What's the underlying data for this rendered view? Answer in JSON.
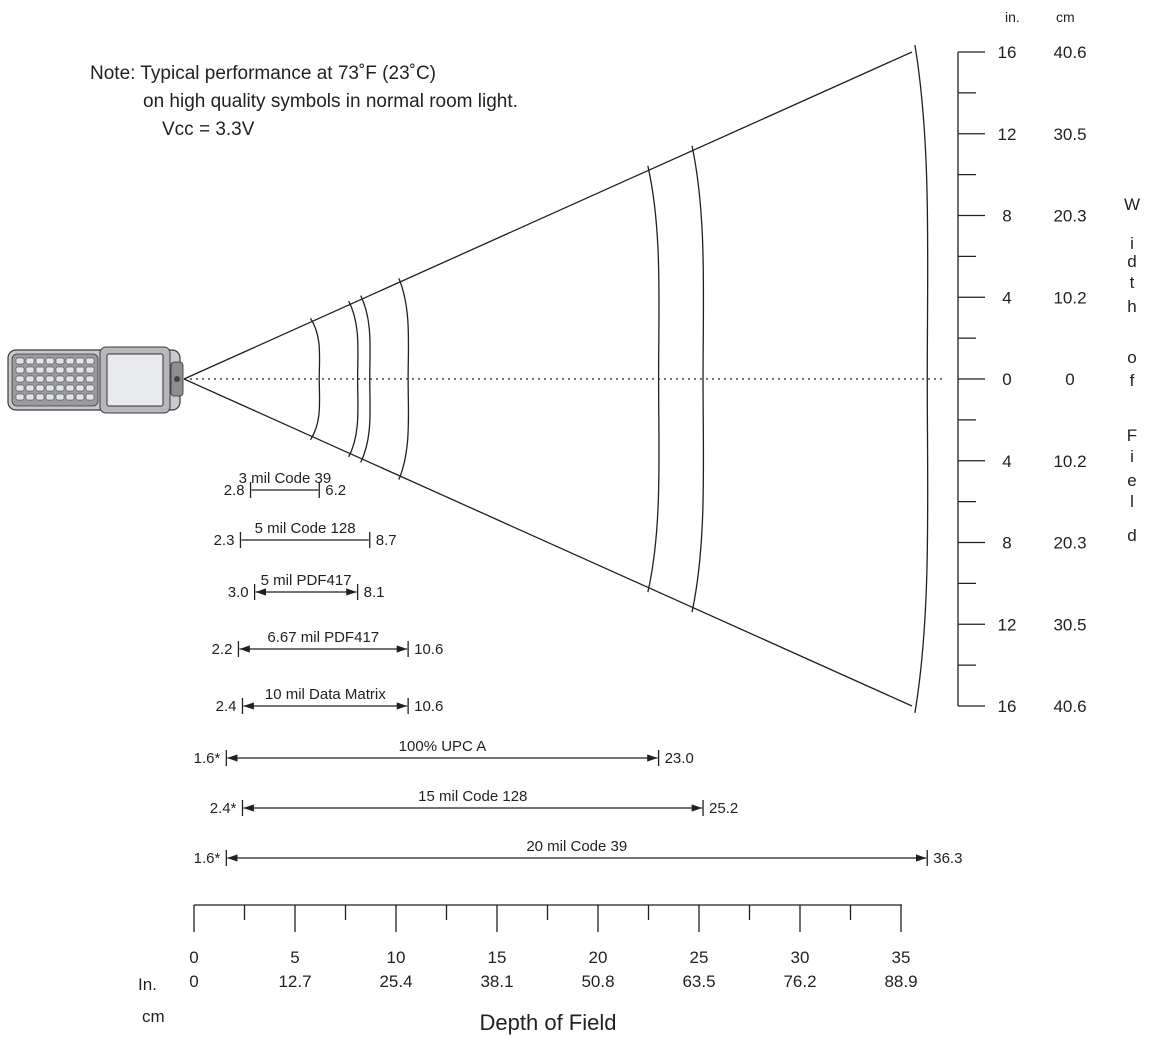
{
  "note": {
    "line1": "Note:  Typical performance at 73˚F (23˚C)",
    "line2": "on high quality symbols in normal room light.",
    "line3": "Vcc = 3.3V"
  },
  "width_axis": {
    "header_in": "in.",
    "header_cm": "cm",
    "label_letters": [
      "W",
      "i",
      "d",
      "t",
      "h",
      "o",
      "f",
      "F",
      "i",
      "e",
      "l",
      "d"
    ],
    "ticks": [
      {
        "in": "16",
        "cm": "40.6"
      },
      {
        "in": "12",
        "cm": "30.5"
      },
      {
        "in": "8",
        "cm": "20.3"
      },
      {
        "in": "4",
        "cm": "10.2"
      },
      {
        "in": "0",
        "cm": "0"
      },
      {
        "in": "4",
        "cm": "10.2"
      },
      {
        "in": "8",
        "cm": "20.3"
      },
      {
        "in": "12",
        "cm": "30.5"
      },
      {
        "in": "16",
        "cm": "40.6"
      }
    ]
  },
  "depth_axis": {
    "in_label": "In.",
    "cm_label": "cm",
    "ticks": [
      {
        "in": "0",
        "cm": "0"
      },
      {
        "in": "5",
        "cm": "12.7"
      },
      {
        "in": "10",
        "cm": "25.4"
      },
      {
        "in": "15",
        "cm": "38.1"
      },
      {
        "in": "20",
        "cm": "50.8"
      },
      {
        "in": "25",
        "cm": "63.5"
      },
      {
        "in": "30",
        "cm": "76.2"
      },
      {
        "in": "35",
        "cm": "88.9"
      }
    ],
    "title": "Depth of Field"
  },
  "symbols": [
    {
      "name": "3 mil Code 39",
      "near": "2.8",
      "far": "6.2",
      "near_in": 2.8,
      "far_in": 6.2,
      "arrows": false
    },
    {
      "name": "5 mil Code 128",
      "near": "2.3",
      "far": "8.7",
      "near_in": 2.3,
      "far_in": 8.7,
      "arrows": false
    },
    {
      "name": "5 mil PDF417",
      "near": "3.0",
      "far": "8.1",
      "near_in": 3.0,
      "far_in": 8.1,
      "arrows": true
    },
    {
      "name": "6.67 mil PDF417",
      "near": "2.2",
      "far": "10.6",
      "near_in": 2.2,
      "far_in": 10.6,
      "arrows": true
    },
    {
      "name": "10 mil Data Matrix",
      "near": "2.4",
      "far": "10.6",
      "near_in": 2.4,
      "far_in": 10.6,
      "arrows": true
    },
    {
      "name": "100% UPC A",
      "near": "1.6*",
      "far": "23.0",
      "near_in": 1.6,
      "far_in": 23.0,
      "arrows": true
    },
    {
      "name": "15 mil Code 128",
      "near": "2.4*",
      "far": "25.2",
      "near_in": 2.4,
      "far_in": 25.2,
      "arrows": true
    },
    {
      "name": "20 mil Code 39",
      "near": "1.6*",
      "far": "36.3",
      "near_in": 1.6,
      "far_in": 36.3,
      "arrows": true
    }
  ],
  "icons": {
    "device": "mobile-computer-icon"
  }
}
